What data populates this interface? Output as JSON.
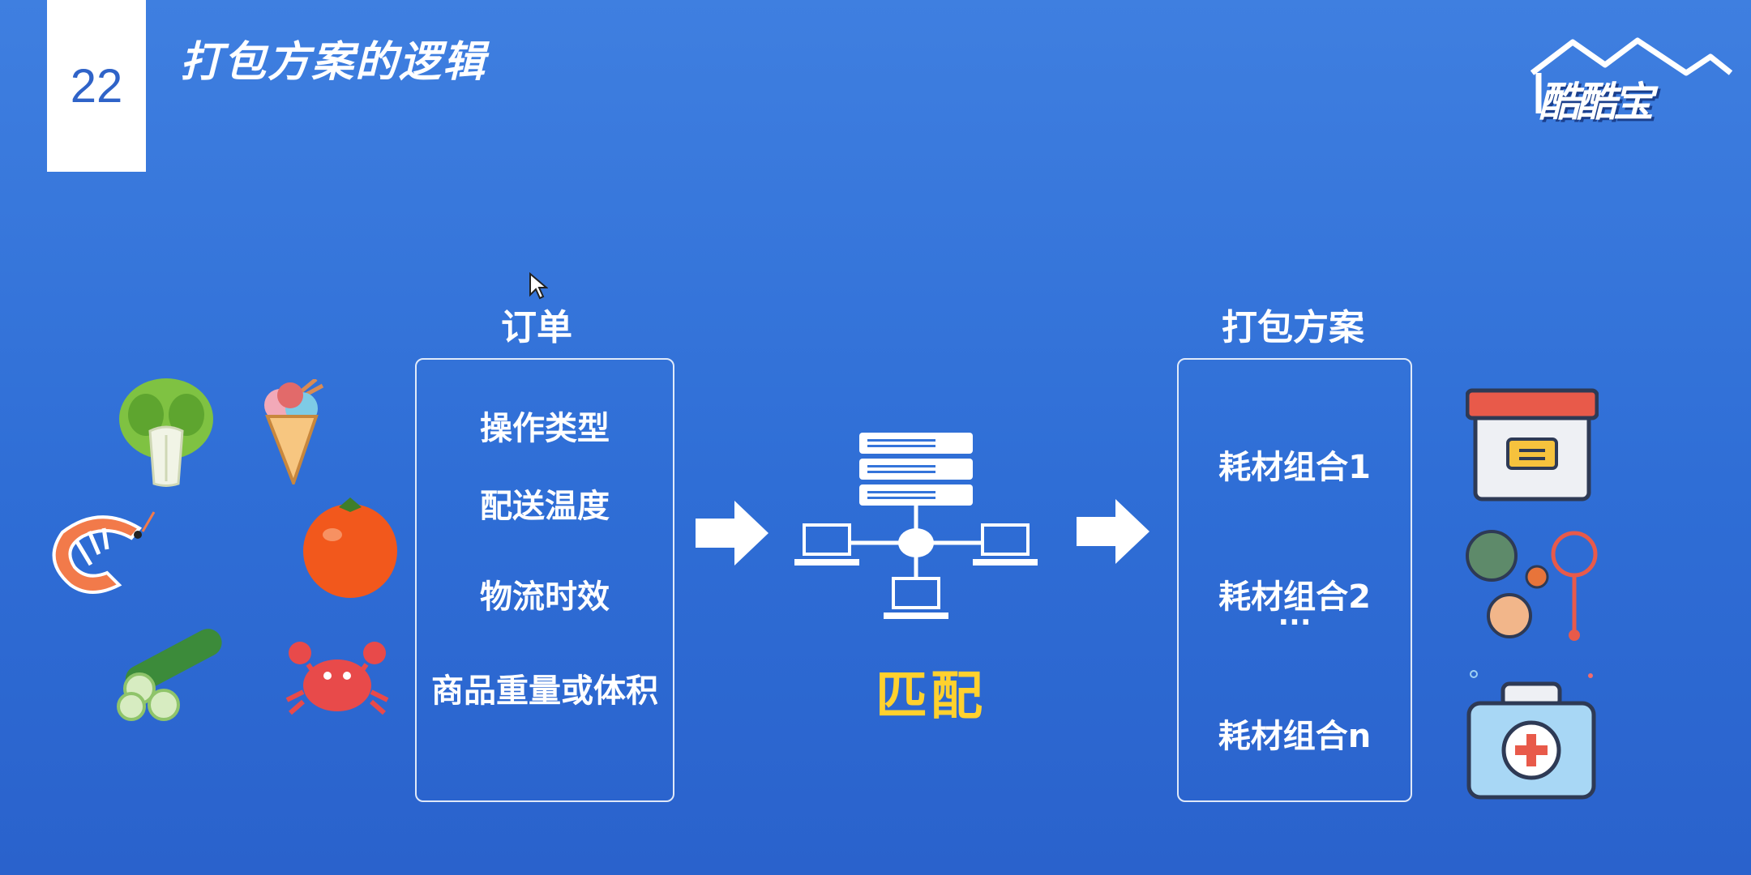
{
  "page_number": "22",
  "title": "打包方案的逻辑",
  "logo_text": "酷酷宝",
  "order": {
    "heading": "订单",
    "items": [
      "操作类型",
      "配送温度",
      "物流时效",
      "商品重量或体积"
    ]
  },
  "match_label": "匹配",
  "plan": {
    "heading": "打包方案",
    "items": [
      "耗材组合1",
      "耗材组合2",
      "耗材组合n"
    ],
    "ellipsis": "···"
  },
  "icons": {
    "products": [
      "cabbage-icon",
      "ice-cream-icon",
      "shrimp-icon",
      "orange-icon",
      "cucumber-icon",
      "crab-icon"
    ],
    "materials": [
      "storage-box-icon",
      "balls-icon",
      "medical-kit-icon"
    ],
    "server": "server-network-icon"
  },
  "colors": {
    "accent": "#ffd12e",
    "background": "#3474da"
  }
}
